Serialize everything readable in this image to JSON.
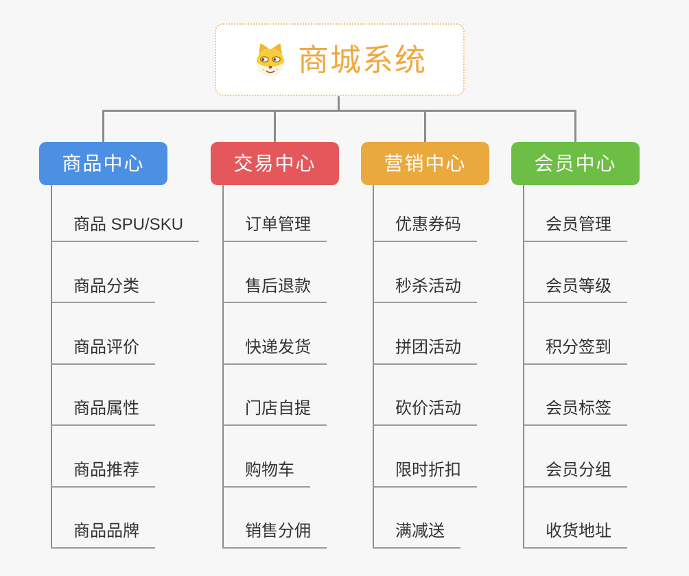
{
  "root": {
    "title": "商城系统",
    "icon": "dog-face-icon"
  },
  "branches": [
    {
      "id": "product-center",
      "label": "商品中心",
      "color": "#4C90E4",
      "children": [
        "商品 SPU/SKU",
        "商品分类",
        "商品评价",
        "商品属性",
        "商品推荐",
        "商品品牌"
      ]
    },
    {
      "id": "trade-center",
      "label": "交易中心",
      "color": "#E4585B",
      "children": [
        "订单管理",
        "售后退款",
        "快递发货",
        "门店自提",
        "购物车",
        "销售分佣"
      ]
    },
    {
      "id": "marketing-center",
      "label": "营销中心",
      "color": "#E9A93C",
      "children": [
        "优惠券码",
        "秒杀活动",
        "拼团活动",
        "砍价活动",
        "限时折扣",
        "满减送"
      ]
    },
    {
      "id": "member-center",
      "label": "会员中心",
      "color": "#6CBE44",
      "children": [
        "会员管理",
        "会员等级",
        "积分签到",
        "会员标签",
        "会员分组",
        "收货地址"
      ]
    }
  ],
  "colors": {
    "background": "#F7F7F7",
    "root_text": "#EFA841",
    "root_border": "#F3C277",
    "root_fill": "#FFFFFF",
    "connector": "#8C8C8C",
    "leaf_underline": "#9A9A9A",
    "leaf_text": "#333333"
  }
}
